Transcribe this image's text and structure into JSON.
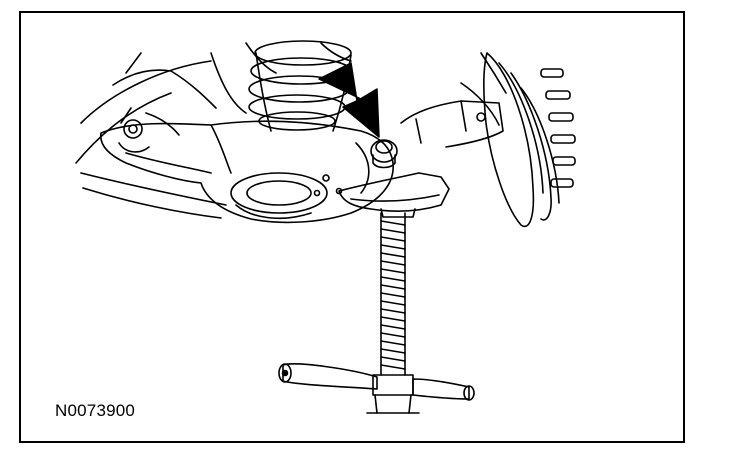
{
  "figure": {
    "id_label": "N0073900",
    "line_color": "#000000",
    "background_color": "#ffffff",
    "parts": [
      "suspension-arm",
      "coil-spring",
      "brake-rotor",
      "wheel-studs",
      "bolt",
      "screw-jack",
      "jack-handle"
    ],
    "callout": "arrow-pointing-to-bolt"
  }
}
